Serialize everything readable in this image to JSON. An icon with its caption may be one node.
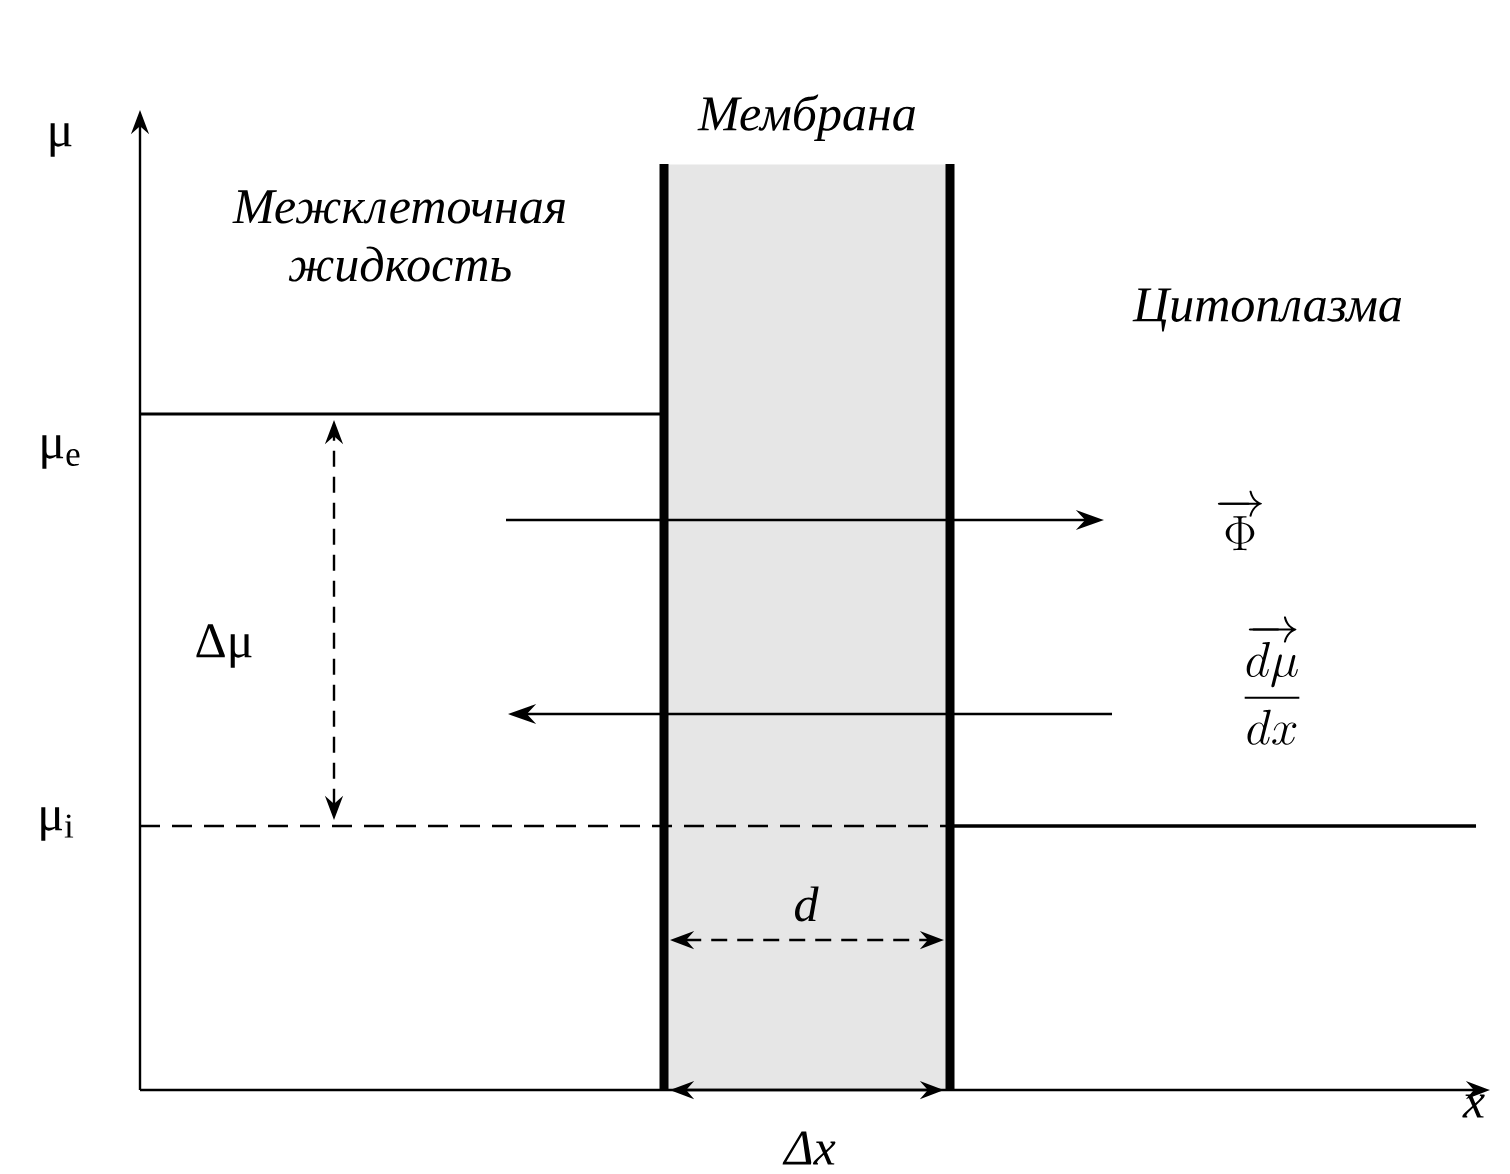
{
  "diagram": {
    "nodes": [
      {
        "text": [
          "Мембрана"
        ]
      }
    ],
    "edges": [],
    "labels": [
      "μ",
      "Межклеточная жидкость",
      "Цитоплазма",
      "μ$_{e}$",
      "\\overrightarrow{\\Phi}",
      "\\dfrac{\\overrightarrow{d\\mu}}{dx}",
      "Δμ",
      "μ$_{i}$",
      "d",
      "Δx",
      "x"
    ]
  }
}
